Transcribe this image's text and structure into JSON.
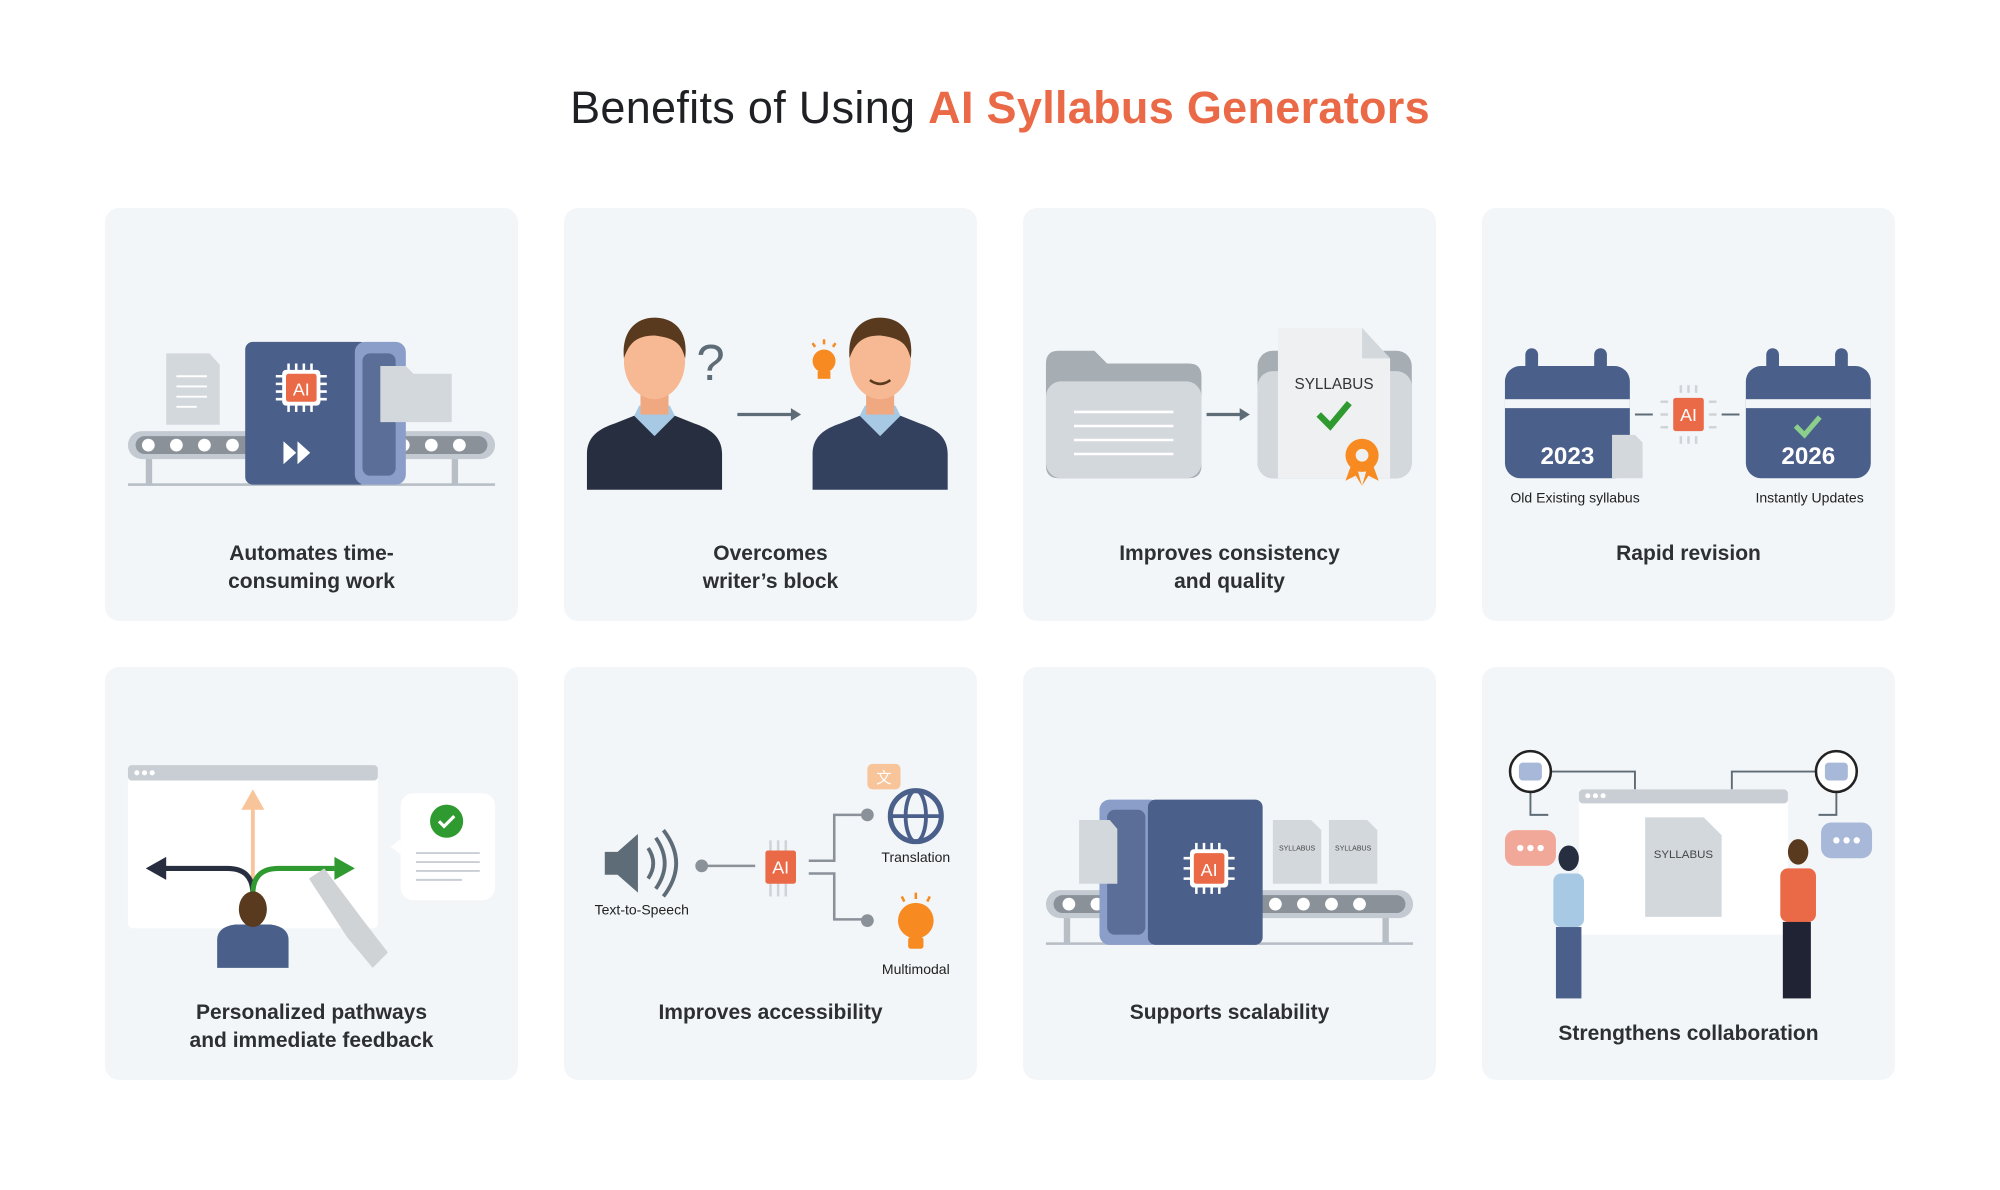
{
  "title": {
    "prefix": "Benefits of Using ",
    "accent": "AI Syllabus Generators"
  },
  "colors": {
    "accent": "#ea6a47",
    "navy": "#4a5f8a",
    "card_bg": "#f3f6f9",
    "green": "#2f9a2f",
    "orange": "#f78b22"
  },
  "cards": [
    {
      "caption": [
        "Automates time-",
        "consuming work"
      ],
      "chip_label": "AI"
    },
    {
      "caption": [
        "Overcomes",
        "writer’s block"
      ],
      "question": "?"
    },
    {
      "caption": [
        "Improves consistency",
        "and quality"
      ],
      "doc_label": "SYLLABUS"
    },
    {
      "caption": [
        "Rapid revision"
      ],
      "year_old": "2023",
      "year_new": "2026",
      "label_old": "Old Existing syllabus",
      "label_new": "Instantly Updates",
      "chip_label": "AI"
    },
    {
      "caption": [
        "Personalized pathways",
        "and immediate feedback"
      ]
    },
    {
      "caption": [
        "Improves accessibility"
      ],
      "chip_label": "AI",
      "tts_label": "Text-to-Speech",
      "translation_label": "Translation",
      "multimodal_label": "Multimodal"
    },
    {
      "caption": [
        "Supports scalability"
      ],
      "chip_label": "AI",
      "doc_label": "SYLLABUS"
    },
    {
      "caption": [
        "Strengthens collaboration"
      ],
      "doc_label": "SYLLABUS"
    }
  ]
}
